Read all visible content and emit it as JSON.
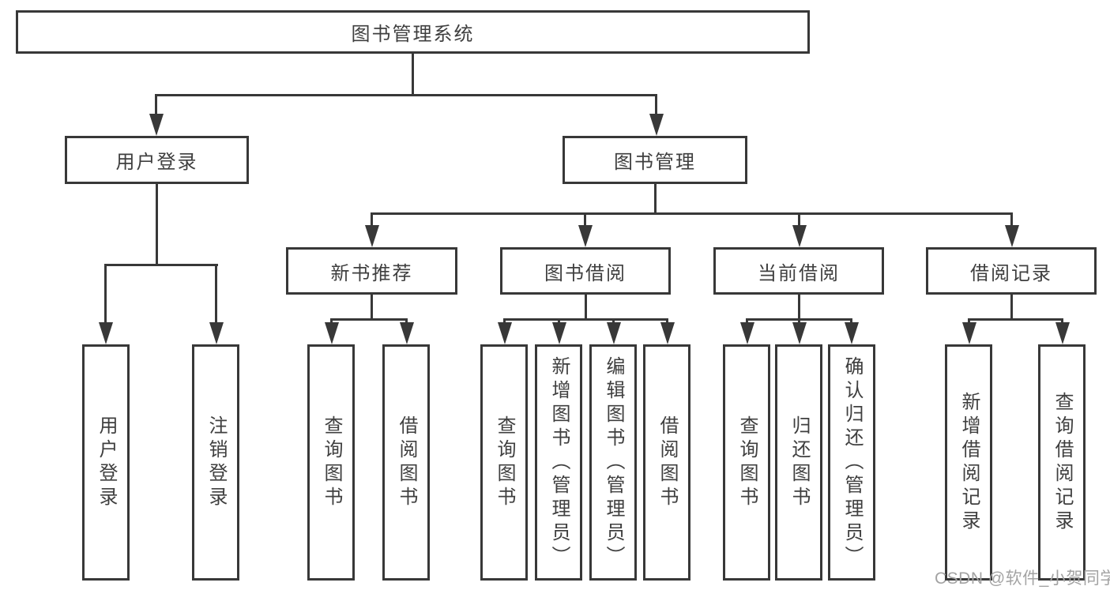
{
  "diagram": {
    "root": {
      "label": "图书管理系统"
    },
    "branches": [
      {
        "label": "用户登录",
        "children": [
          "用户登录",
          "注销登录"
        ]
      },
      {
        "label": "图书管理",
        "groups": [
          {
            "label": "新书推荐",
            "children": [
              "查询图书",
              "借阅图书"
            ]
          },
          {
            "label": "图书借阅",
            "children": [
              "查询图书",
              "新增图书（管理员）",
              "编辑图书（管理员）",
              "借阅图书"
            ]
          },
          {
            "label": "当前借阅",
            "children": [
              "查询图书",
              "归还图书",
              "确认归还（管理员）"
            ]
          },
          {
            "label": "借阅记录",
            "children": [
              "新增借阅记录",
              "查询借阅记录"
            ]
          }
        ]
      }
    ]
  },
  "watermark": "CSDN @软件_小贺同学",
  "colors": {
    "line": "#383838",
    "box_border": "#383838",
    "text": "#3f3f3f",
    "watermark_text": "#a3a3a3",
    "background": "#ffffff"
  }
}
